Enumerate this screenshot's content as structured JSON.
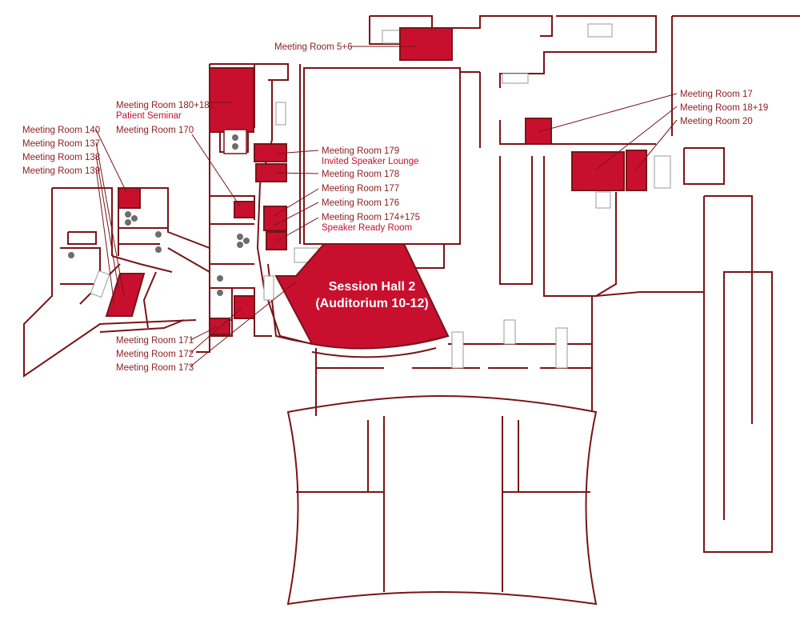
{
  "rooms": {
    "r5_6": {
      "name": "Meeting Room 5+6"
    },
    "r180_181": {
      "name": "Meeting Room 180+181",
      "sub": "Patient Seminar"
    },
    "r170": {
      "name": "Meeting Room 170"
    },
    "r140": {
      "name": "Meeting Room 140"
    },
    "r137": {
      "name": "Meeting Room 137"
    },
    "r138": {
      "name": "Meeting Room 138"
    },
    "r139": {
      "name": "Meeting Room 139"
    },
    "r179": {
      "name": "Meeting Room 179",
      "sub": "Invited Speaker Lounge"
    },
    "r178": {
      "name": "Meeting Room 178"
    },
    "r177": {
      "name": "Meeting Room 177"
    },
    "r176": {
      "name": "Meeting Room 176"
    },
    "r174_175": {
      "name": "Meeting Room 174+175",
      "sub": "Speaker Ready Room"
    },
    "r171": {
      "name": "Meeting Room 171"
    },
    "r172": {
      "name": "Meeting Room 172"
    },
    "r173": {
      "name": "Meeting Room 173"
    },
    "r17": {
      "name": "Meeting Room 17"
    },
    "r18_19": {
      "name": "Meeting Room 18+19"
    },
    "r20": {
      "name": "Meeting Room 20"
    }
  },
  "session_hall": {
    "line1": "Session Hall 2",
    "line2": "(Auditorium 10-12)"
  },
  "icons": {
    "restroom": "restroom-icon",
    "elevator": "elevator-icon",
    "info": "info-icon"
  },
  "colors": {
    "room_fill": "#c8102e",
    "wall": "#7a1418",
    "label": "#8c1c1f"
  }
}
